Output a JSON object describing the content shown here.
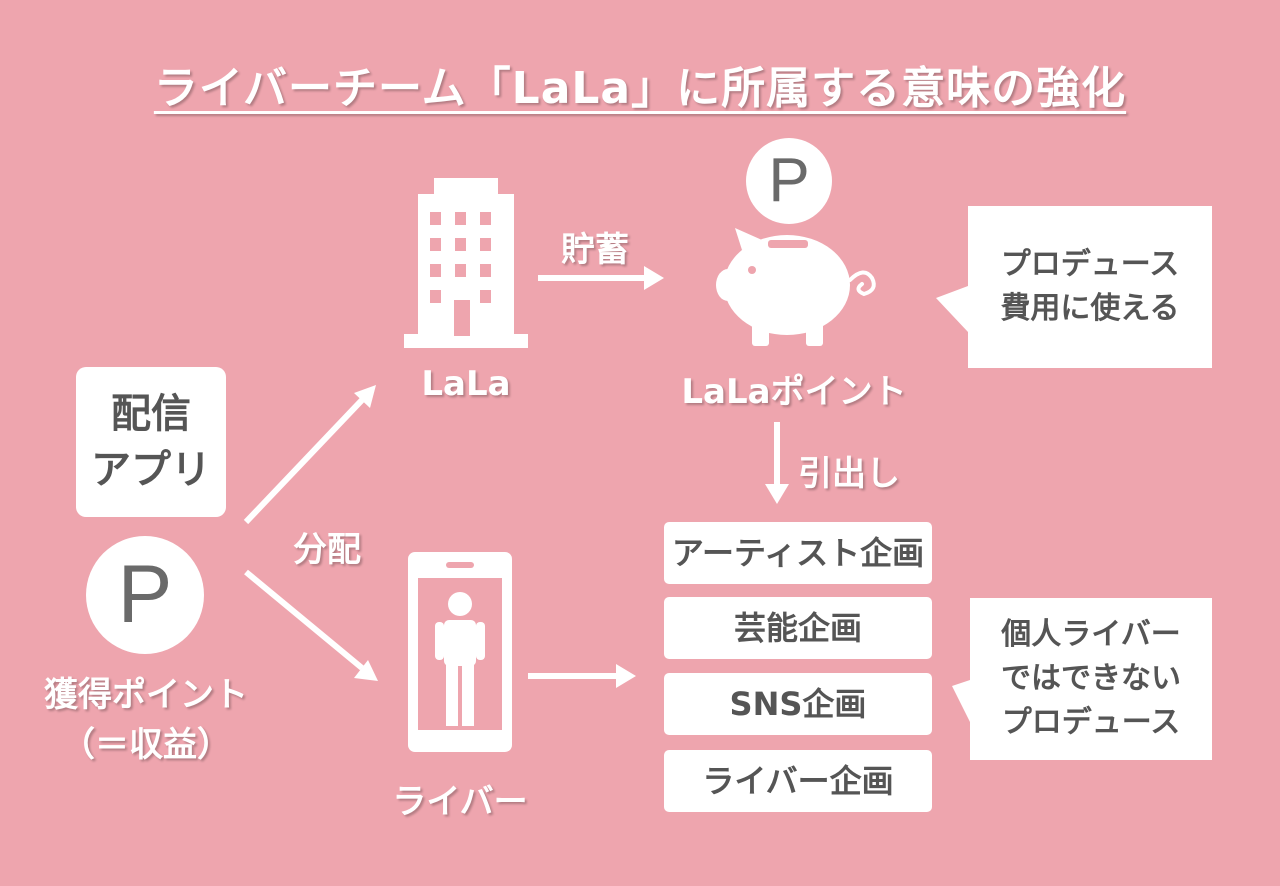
{
  "title": "ライバーチーム「LaLa」に所属する意味の強化",
  "labels": {
    "lala": "LaLa",
    "liver": "ライバー",
    "lala_point": "LaLaポイント",
    "acquired_line1": "獲得ポイント",
    "acquired_line2": "（＝収益）",
    "savings": "貯蓄",
    "withdrawal": "引出し",
    "distribution": "分配"
  },
  "app_box": {
    "line1": "配信",
    "line2": "アプリ"
  },
  "p_symbol": "P",
  "plans": [
    "アーティスト企画",
    "芸能企画",
    "SNS企画",
    "ライバー企画"
  ],
  "bubble_top": {
    "line1": "プロデュース",
    "line2": "費用に使える"
  },
  "bubble_bottom": {
    "line1": "個人ライバー",
    "line2": "ではできない",
    "line3": "プロデュース"
  },
  "colors": {
    "background": "#eea5ae",
    "white": "#ffffff",
    "text_gray": "#555555"
  }
}
